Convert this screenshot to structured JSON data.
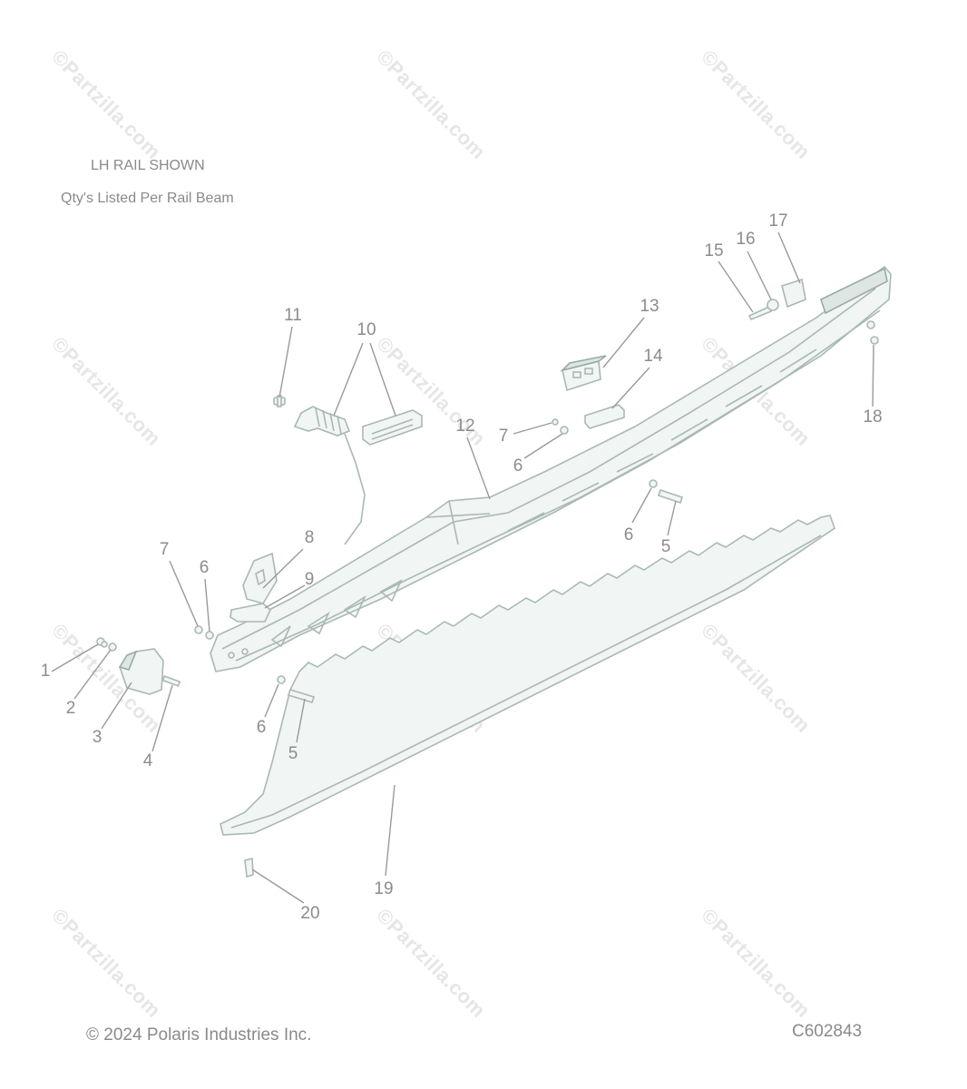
{
  "notes": {
    "rail_side": "LH RAIL SHOWN",
    "quantity_note": "Qty's Listed Per Rail Beam"
  },
  "footer": {
    "copyright": "© 2024 Polaris Industries Inc.",
    "diagram_code": "C602843"
  },
  "watermark": {
    "text": "©Partzilla.com"
  },
  "callouts": [
    "1",
    "2",
    "3",
    "4",
    "5",
    "5",
    "6",
    "6",
    "6",
    "6",
    "7",
    "7",
    "8",
    "9",
    "10",
    "11",
    "12",
    "13",
    "14",
    "15",
    "16",
    "17",
    "18",
    "19",
    "20"
  ],
  "colors": {
    "part_fill": "#f1f5f3",
    "part_stroke": "#a9b9b2",
    "label_text": "#8c8c8c"
  }
}
